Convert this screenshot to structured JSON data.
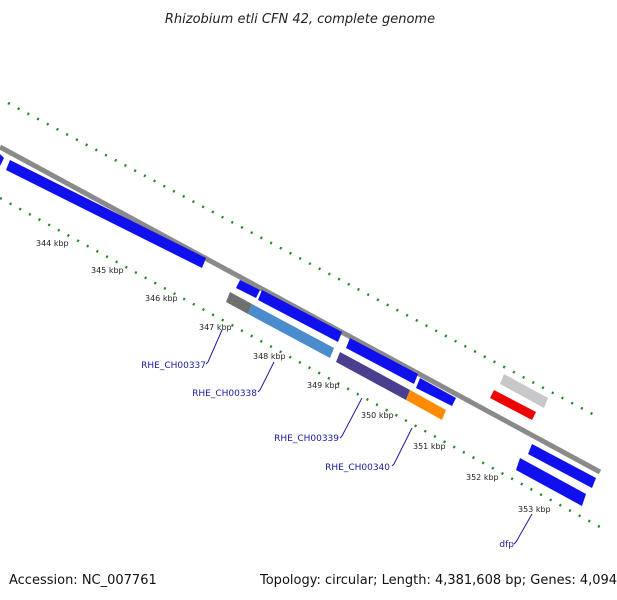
{
  "title": "Rhizobium etli CFN 42, complete genome",
  "footer": {
    "accession": "Accession: NC_007761",
    "summary": "Topology: circular; Length: 4,381,608 bp; Genes: 4,094"
  },
  "ticks": [
    "344 kbp",
    "345 kbp",
    "346 kbp",
    "347 kbp",
    "348 kbp",
    "349 kbp",
    "350 kbp",
    "351 kbp",
    "352 kbp",
    "353 kbp"
  ],
  "gene_labels": [
    "RHE_CH00337",
    "RHE_CH00338",
    "RHE_CH00339",
    "RHE_CH00340",
    "dfp"
  ],
  "colors": {
    "backbone": "#8a8a8a",
    "dotted_track": "#1f8a1f",
    "gene_default": "#1010ee",
    "gene_grey": "#707070",
    "gene_lightblue": "#4a8ccc",
    "gene_purple": "#4a3f8f",
    "gene_orange": "#ff8c00",
    "gene_red": "#ee0000",
    "gene_lightgrey": "#c8c8c8",
    "label_color": "#1a1aa0"
  }
}
